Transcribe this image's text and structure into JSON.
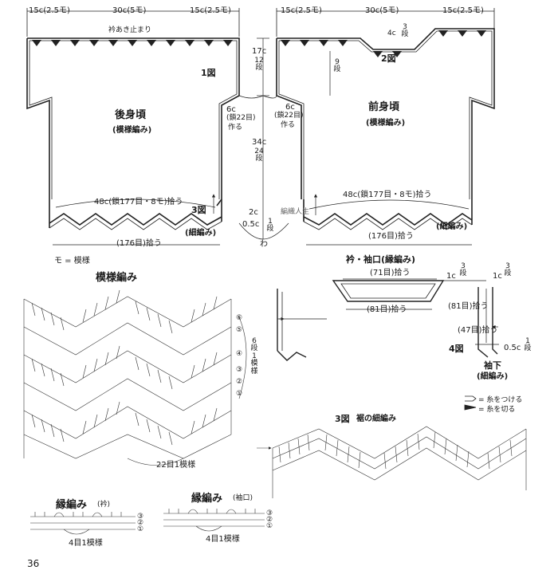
{
  "top_dims": {
    "back_left": "15c(2.5モ)",
    "back_center": "30c(5モ)",
    "back_right": "15c(2.5モ)",
    "front_left": "15c(2.5モ)",
    "front_center": "30c(5モ)",
    "front_right": "15c(2.5モ)"
  },
  "back": {
    "neck_note": "衿あき止まり",
    "fig_no": "1図",
    "title": "後身頃",
    "subtitle": "(模様編み)",
    "side_note": [
      "6c",
      "(鎖22目)",
      "作る"
    ],
    "hem_pick": "48c(鎖177目・8モ)拾う",
    "fig3_ref": "3図",
    "border": "(細編み)",
    "bottom_pick": "(176目)拾う"
  },
  "front": {
    "neck_depth": [
      "4c",
      "3",
      "段"
    ],
    "fig_no": "2図",
    "rows_9": [
      "9",
      "段"
    ],
    "title": "前身頃",
    "subtitle": "(模様編み)",
    "side_note": [
      "6c",
      "(鎖22目)",
      "作る"
    ],
    "hem_pick": "48c(鎖177目・8モ)拾う",
    "border": "(細編み)",
    "bottom_pick": "(176目)拾う"
  },
  "center": {
    "h17": [
      "17c",
      "12",
      "段"
    ],
    "h34": [
      "34c",
      "24",
      "段"
    ],
    "h2": "2c",
    "h05": "0.5c",
    "rows1": [
      "1",
      "段"
    ],
    "wa": "わ",
    "watermark": "編織人生"
  },
  "legend_mo": "モ = 模様",
  "pattern": {
    "title": "模様編み",
    "rows_label": [
      "6",
      "段",
      "1",
      "模",
      "様"
    ],
    "repeat": "22目1模様",
    "row_marks": [
      "⑥",
      "⑤",
      "④",
      "③",
      "②",
      "①"
    ]
  },
  "collar": {
    "title": "衿・袖口(縁編み)",
    "top_pick": "(71目)拾う",
    "bottom_pick": "(81目)拾う",
    "height": [
      "1c",
      "3",
      "段"
    ],
    "sleeve_pick": "(81目)拾う",
    "sleeve_height": [
      "1c",
      "3",
      "段"
    ],
    "sleeve_count": "(47目)拾う",
    "fig_no": "4図",
    "underarm_h": "0.5c",
    "underarm_rows": [
      "1",
      "段"
    ],
    "underarm": "袖下",
    "underarm_sub": "(細編み)"
  },
  "yarn_legend": {
    "attach": "= 糸をつける",
    "cut": "= 糸を切る"
  },
  "fig3": {
    "title": "3図",
    "subtitle": "裾の細編み"
  },
  "edging_collar": {
    "title": "縁編み",
    "sub": "(衿)",
    "repeat": "4目1模様",
    "rows": [
      "③",
      "②",
      "①"
    ]
  },
  "edging_cuff": {
    "title": "縁編み",
    "sub": "(袖口)",
    "repeat": "4目1模様",
    "rows": [
      "③",
      "②",
      "①"
    ]
  },
  "page_number": "36",
  "colors": {
    "ink": "#1a1a1a",
    "line": "#222222",
    "light": "#555555"
  }
}
